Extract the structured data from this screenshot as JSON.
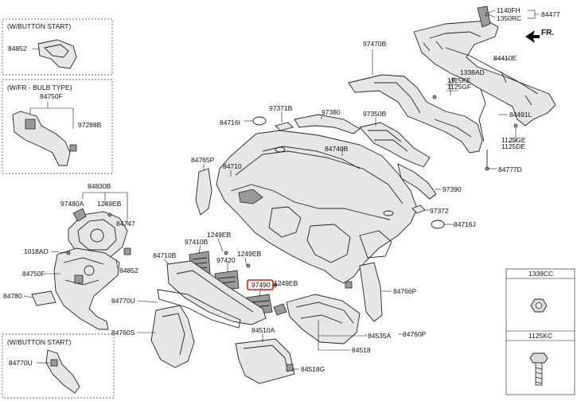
{
  "insets": {
    "button_start_top": "(W/BUTTON START)",
    "bulb_type": "(W/FR - BULB TYPE)",
    "button_start_bottom": "(W/BUTTON START)"
  },
  "direction_label": "FR.",
  "labels": {
    "p84852_top": "84852",
    "p84750F_inset": "84750F",
    "p97288B": "97288B",
    "p1140FH": "1140FH",
    "p1350RC": "1350RC",
    "p84477": "84477",
    "p97470B": "97470B",
    "p84410E": "84410E",
    "p1338AD": "1338AD",
    "p1125KE": "1125KE",
    "p1125GF": "1125GF",
    "p84491L": "84491L",
    "p1125GE": "1125GE",
    "p1125DE": "1125DE",
    "p97371B": "97371B",
    "p97380": "97380",
    "p97350B": "97350B",
    "p84716I": "84716I",
    "p84740B": "84740B",
    "p84777D": "84777D",
    "p84765P": "84765P",
    "p84710": "84710",
    "p97390": "97390",
    "p97372": "97372",
    "p84716J": "84716J",
    "p84830B": "84830B",
    "p97480A": "97480A",
    "p1249EB_a": "1249EB",
    "p84747": "84747",
    "p1018AD": "1018AD",
    "p84852_main": "84852",
    "p84750F_main": "84750F",
    "p84780": "84780",
    "p1249EB_b": "1249EB",
    "p97410B": "97410B",
    "p84710B": "84710B",
    "p97420": "97420",
    "p1249EB_c": "1249EB",
    "p97490": "97490",
    "p1249EB_d": "1249EB",
    "p84766P": "84766P",
    "p84770U_main": "84770U",
    "p84760S": "84760S",
    "p84510A": "84510A",
    "p84535A": "84535A",
    "p84760P": "84760P",
    "p84518": "84518",
    "p84518G": "84518G",
    "p84770U_inset": "84770U"
  },
  "legend": {
    "cell1": "1339CC",
    "cell2": "1125KC",
    "icon1": "nut-icon",
    "icon2": "bolt-icon"
  },
  "highlight_color": "#e11111"
}
